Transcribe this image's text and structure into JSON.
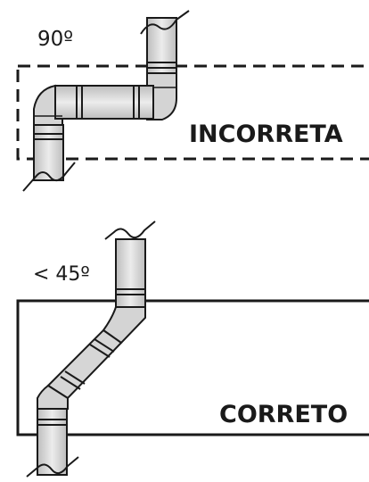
{
  "diagram": {
    "top": {
      "angle_label": "90º",
      "verdict": "INCORRETA"
    },
    "bottom": {
      "angle_label": "< 45º",
      "verdict": "CORRETO"
    }
  },
  "colors": {
    "pipe_fill": "#d4d4d4",
    "line": "#1a1a1a",
    "background": "#ffffff"
  }
}
